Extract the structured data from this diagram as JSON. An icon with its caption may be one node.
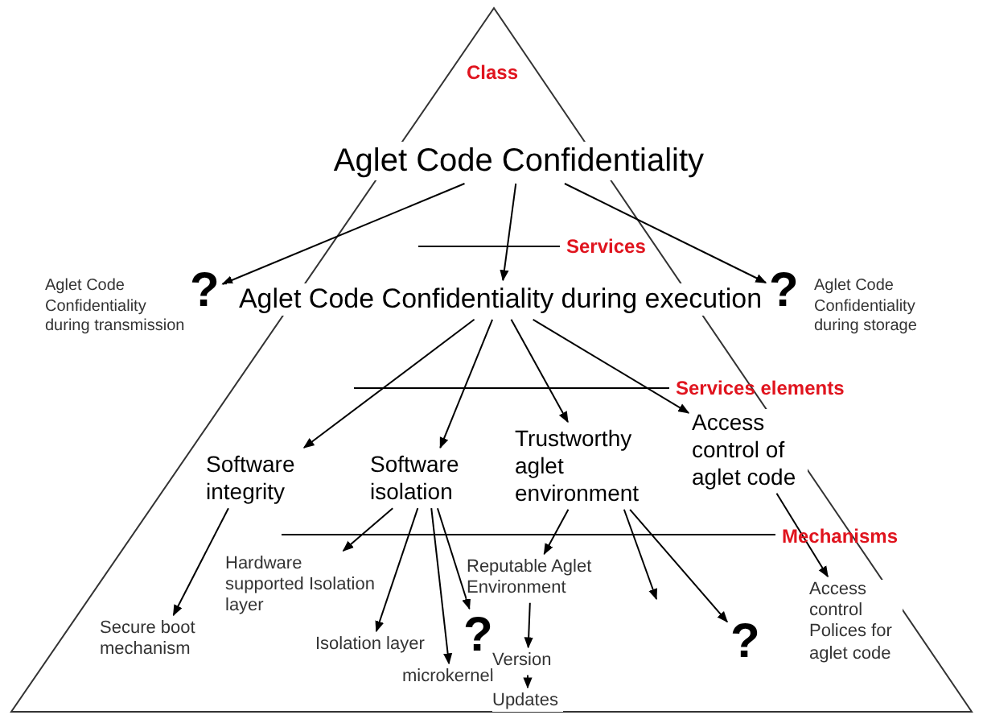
{
  "diagram": {
    "nodes": [
      {
        "text": [
          "Aglet Code Confidentiality"
        ]
      },
      {
        "text": [
          "?"
        ],
        "beside": [
          "Aglet Code Confidentiality during transmission"
        ]
      },
      {
        "text": [
          "Aglet Code Confidentiality during execution"
        ]
      },
      {
        "text": [
          "?"
        ],
        "beside": [
          "Aglet Code Confidentiality during storage"
        ]
      },
      {
        "text": [
          "Software integrity"
        ]
      },
      {
        "text": [
          "Software isolation"
        ]
      },
      {
        "text": [
          "Trustworthy aglet environment"
        ]
      },
      {
        "text": [
          "Access control of aglet code"
        ]
      },
      {
        "text": [
          "Hardware supported Isolation layer"
        ]
      },
      {
        "text": [
          "Reputable Aglet Environment"
        ]
      },
      {
        "text": [
          "Secure boot mechanism"
        ]
      },
      {
        "text": [
          "Isolation layer"
        ]
      },
      {
        "text": [
          "?"
        ]
      },
      {
        "text": [
          "?"
        ]
      },
      {
        "text": [
          "Access control Polices for aglet code"
        ]
      },
      {
        "text": [
          "microkernel"
        ]
      },
      {
        "text": [
          "Version"
        ]
      },
      {
        "text": [
          "Updates"
        ]
      }
    ],
    "edges": [
      {
        "from": 0,
        "to": 1,
        "arrow": "to"
      },
      {
        "from": 0,
        "to": 2,
        "arrow": "to"
      },
      {
        "from": 0,
        "to": 3,
        "arrow": "to"
      },
      {
        "from": 2,
        "to": 4,
        "arrow": "to"
      },
      {
        "from": 2,
        "to": 5,
        "arrow": "to"
      },
      {
        "from": 2,
        "to": 6,
        "arrow": "to"
      },
      {
        "from": 2,
        "to": 7,
        "arrow": "to"
      },
      {
        "from": 4,
        "to": 10,
        "arrow": "to"
      },
      {
        "from": 5,
        "to": 8,
        "arrow": "to"
      },
      {
        "from": 5,
        "to": 11,
        "arrow": "to"
      },
      {
        "from": 5,
        "to": 15,
        "arrow": "to"
      },
      {
        "from": 5,
        "to": 12,
        "arrow": "to"
      },
      {
        "from": 6,
        "to": 9,
        "arrow": "to"
      },
      {
        "from": 6,
        "to": null,
        "arrow": "to"
      },
      {
        "from": 6,
        "to": 13,
        "arrow": "to"
      },
      {
        "from": 9,
        "to": 16,
        "arrow": "to"
      },
      {
        "from": 16,
        "to": 17,
        "arrow": "to"
      },
      {
        "from": 7,
        "to": 14,
        "arrow": "to"
      }
    ],
    "labels": [
      "Class",
      "Services",
      "Services elements",
      "Mechanisms"
    ]
  }
}
